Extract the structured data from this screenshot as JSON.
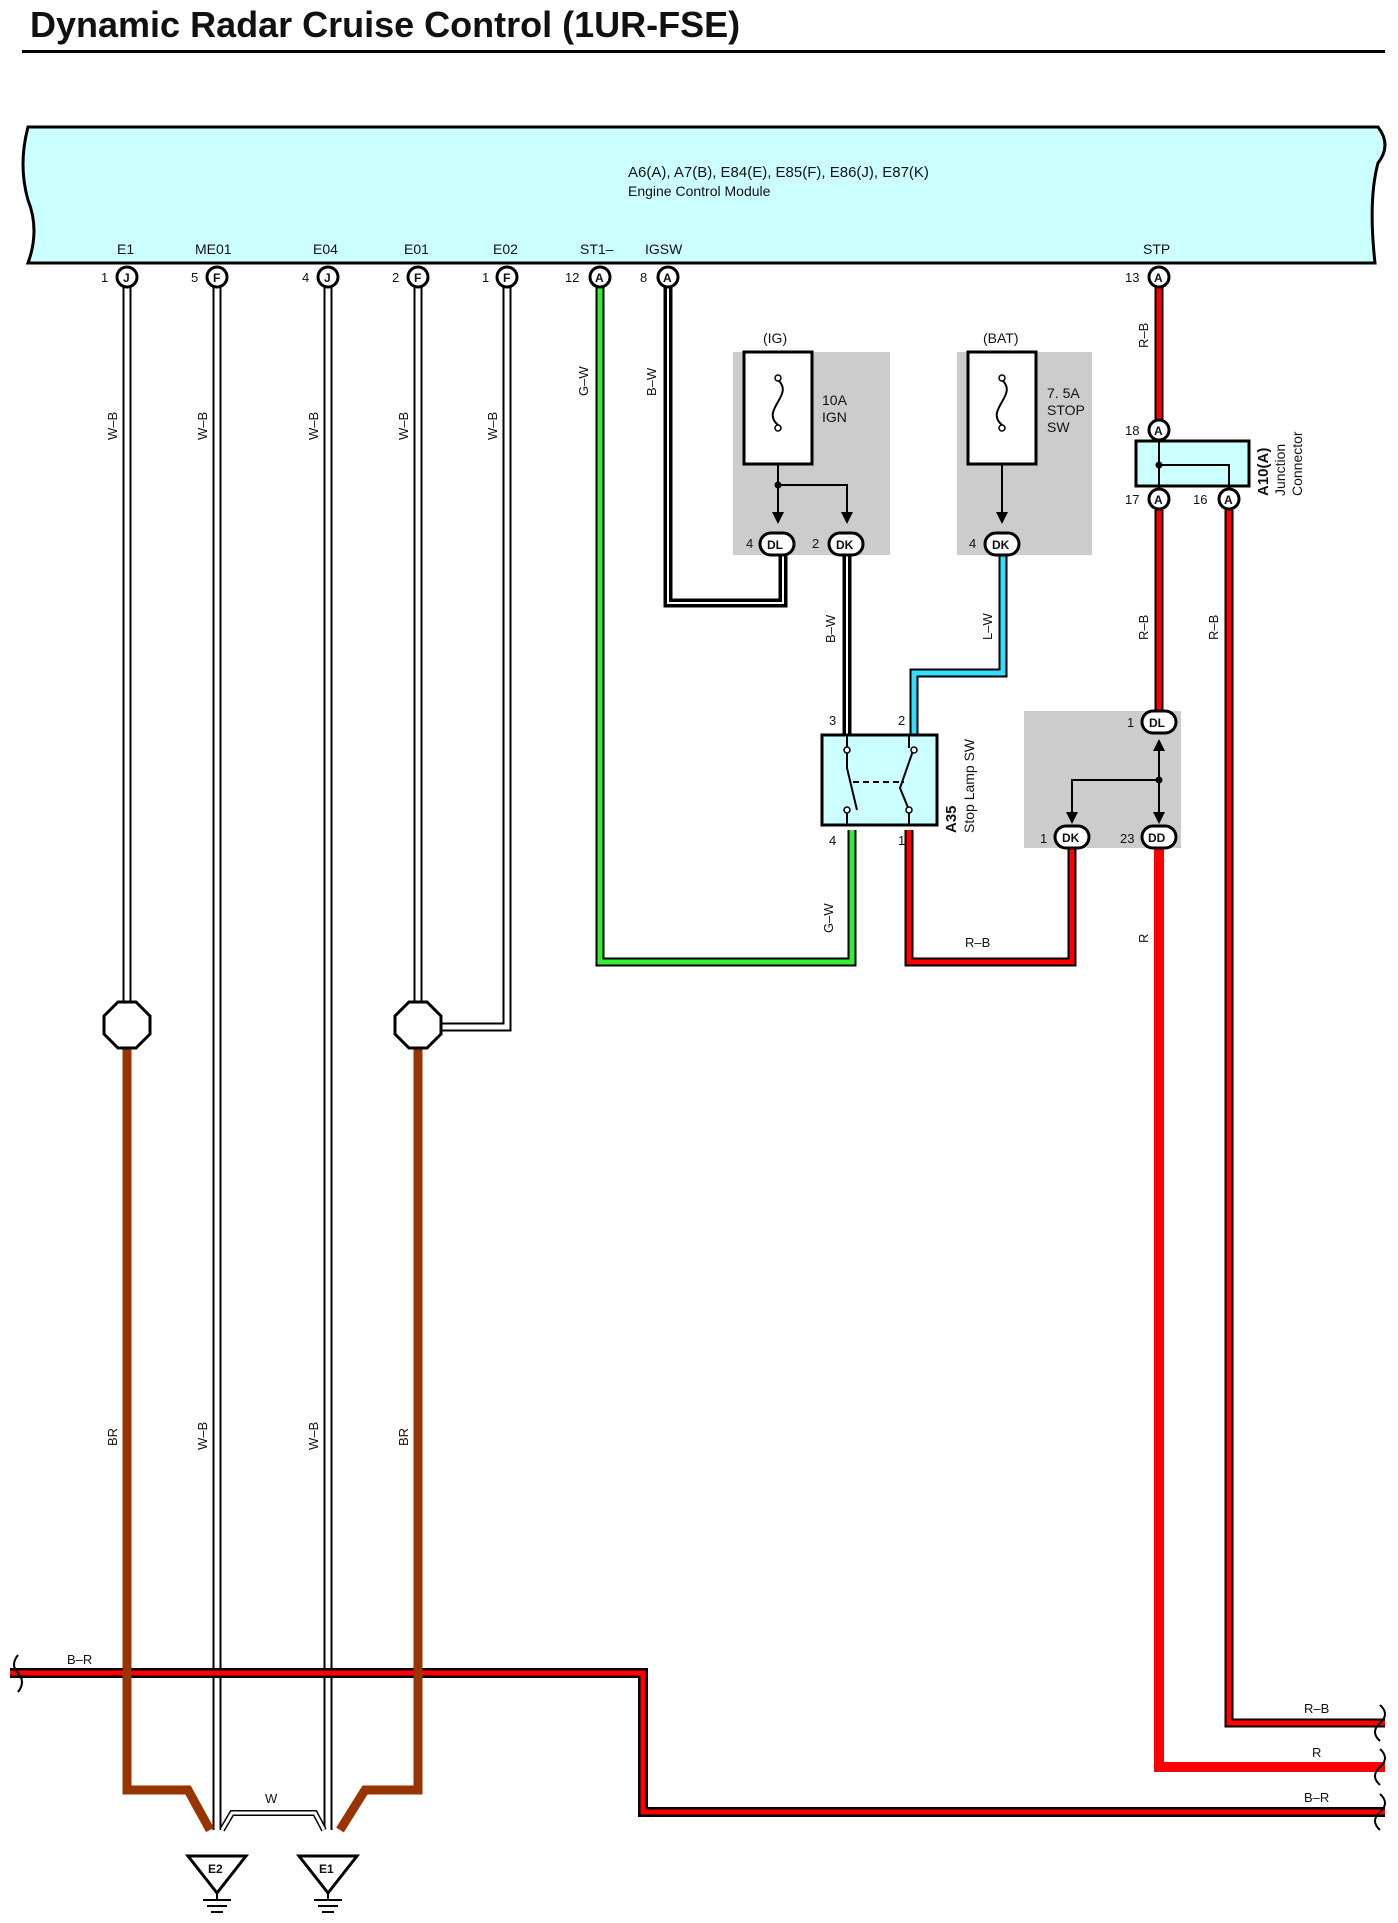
{
  "title": "Dynamic Radar Cruise Control (1UR-FSE)",
  "ecm": {
    "codes": "A6(A), A7(B), E84(E), E85(F), E86(J), E87(K)",
    "name": "Engine Control Module",
    "pins": {
      "e1": {
        "name": "E1",
        "num": "1",
        "code": "J"
      },
      "me01": {
        "name": "ME01",
        "num": "5",
        "code": "F"
      },
      "e04": {
        "name": "E04",
        "num": "4",
        "code": "J"
      },
      "e01": {
        "name": "E01",
        "num": "2",
        "code": "F"
      },
      "e02": {
        "name": "E02",
        "num": "1",
        "code": "F"
      },
      "st1": {
        "name": "ST1–",
        "num": "12",
        "code": "A"
      },
      "igsw": {
        "name": "IGSW",
        "num": "8",
        "code": "A"
      },
      "stp": {
        "name": "STP",
        "num": "13",
        "code": "A"
      }
    }
  },
  "wires": {
    "wb": "W–B",
    "gw": "G–W",
    "bw": "B–W",
    "lw": "L–W",
    "rb": "R–B",
    "r": "R",
    "br": "BR",
    "w": "W",
    "brr": "B–R"
  },
  "fuse_ign": {
    "group": "(IG)",
    "rating": "10A",
    "name": "IGN",
    "pin_dl": "4",
    "code_dl": "DL",
    "pin_dk": "2",
    "code_dk": "DK"
  },
  "fuse_stop": {
    "group": "(BAT)",
    "rating": "7. 5A",
    "name1": "STOP",
    "name2": "SW",
    "pin": "4",
    "code": "DK"
  },
  "junction": {
    "id": "A10(A)",
    "name1": "Junction",
    "name2": "Connector",
    "pin18": "18",
    "pin17": "17",
    "pin16": "16",
    "code": "A"
  },
  "stop_lamp": {
    "id": "A35",
    "name": "Stop Lamp SW",
    "pin3": "3",
    "pin2": "2",
    "pin4": "4",
    "pin1": "1"
  },
  "splice_box": {
    "pin_dl": "1",
    "code_dl": "DL",
    "pin_dk": "1",
    "code_dk": "DK",
    "pin_dd": "23",
    "code_dd": "DD"
  },
  "grounds": {
    "e2": "E2",
    "e1": "E1"
  },
  "colors": {
    "ecm_fill": "#ccffff",
    "box_fill": "#cccccc",
    "red": "#ff0000",
    "brown": "#993300",
    "green": "#33ee33",
    "cyan": "#33ddff"
  }
}
